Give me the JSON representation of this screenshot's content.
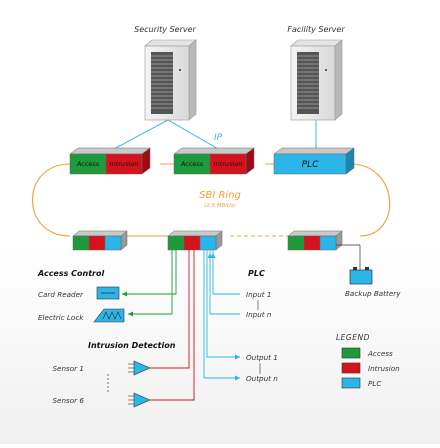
{
  "servers": {
    "security": "Security Server",
    "facility": "Facility Server"
  },
  "network": {
    "ip_label": "IP",
    "ring_label": "SBI Ring",
    "ring_speed": "(2,5 MBit/s)"
  },
  "top_modules": {
    "access": "Access",
    "intrusion": "Intrusion",
    "plc": "PLC"
  },
  "sections": {
    "access_control": "Access Control",
    "intrusion_detection": "Intrusion Detection",
    "plc": "PLC"
  },
  "devices": {
    "card_reader": "Card Reader",
    "electric_lock": "Electric Lock",
    "sensor_1": "Sensor 1",
    "sensor_6": "Sensor 6",
    "backup_battery": "Backup Battery"
  },
  "io": {
    "input_1": "Input 1",
    "input_n": "Input n",
    "output_1": "Output 1",
    "output_n": "Output n"
  },
  "legend": {
    "title": "LEGEND",
    "items": [
      {
        "label": "Access",
        "color": "#1f9a3a"
      },
      {
        "label": "Intrusion",
        "color": "#d4131e"
      },
      {
        "label": "PLC",
        "color": "#2bb5e8"
      }
    ]
  },
  "colors": {
    "access": "#1f9a3a",
    "intrusion": "#d4131e",
    "plc": "#2bb5e8",
    "ring": "#f0a030",
    "ip_line": "#41b3e0"
  },
  "icons": [
    "server-icon",
    "card-reader-icon",
    "electric-lock-icon",
    "sensor-icon",
    "battery-icon"
  ]
}
